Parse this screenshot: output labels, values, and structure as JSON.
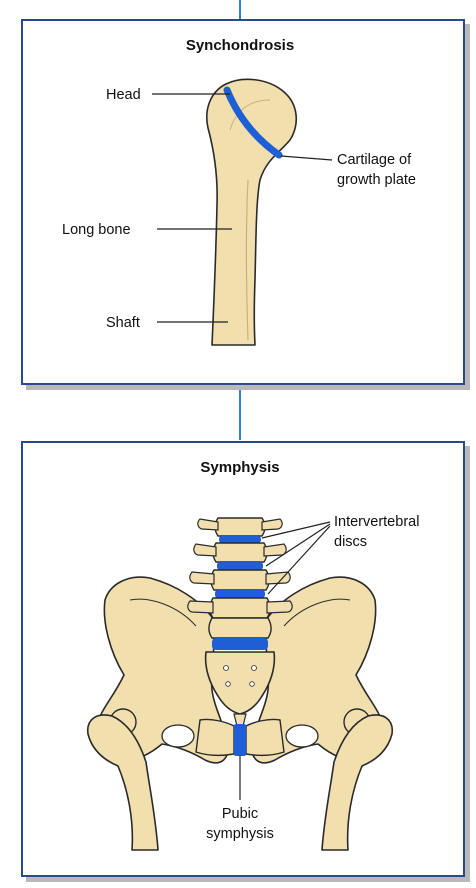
{
  "colors": {
    "panel_border": "#2b4a8e",
    "panel_shadow": "#b9b9b9",
    "connector": "#2f7fd0",
    "bone_fill": "#f1dfae",
    "bone_stroke": "#2a2a2a",
    "cartilage": "#1f5fd6",
    "leader_line": "#222222"
  },
  "panels": [
    {
      "title": "Synchondrosis",
      "labels": {
        "head": "Head",
        "cartilage_line1": "Cartilage of",
        "cartilage_line2": "growth plate",
        "long_bone": "Long bone",
        "shaft": "Shaft"
      },
      "icons": [
        "long-bone-illustration"
      ]
    },
    {
      "title": "Symphysis",
      "labels": {
        "discs_line1": "Intervertebral",
        "discs_line2": "discs",
        "pubic_line1": "Pubic",
        "pubic_line2": "symphysis"
      },
      "icons": [
        "pelvis-illustration",
        "lumbar-spine-illustration"
      ]
    }
  ]
}
